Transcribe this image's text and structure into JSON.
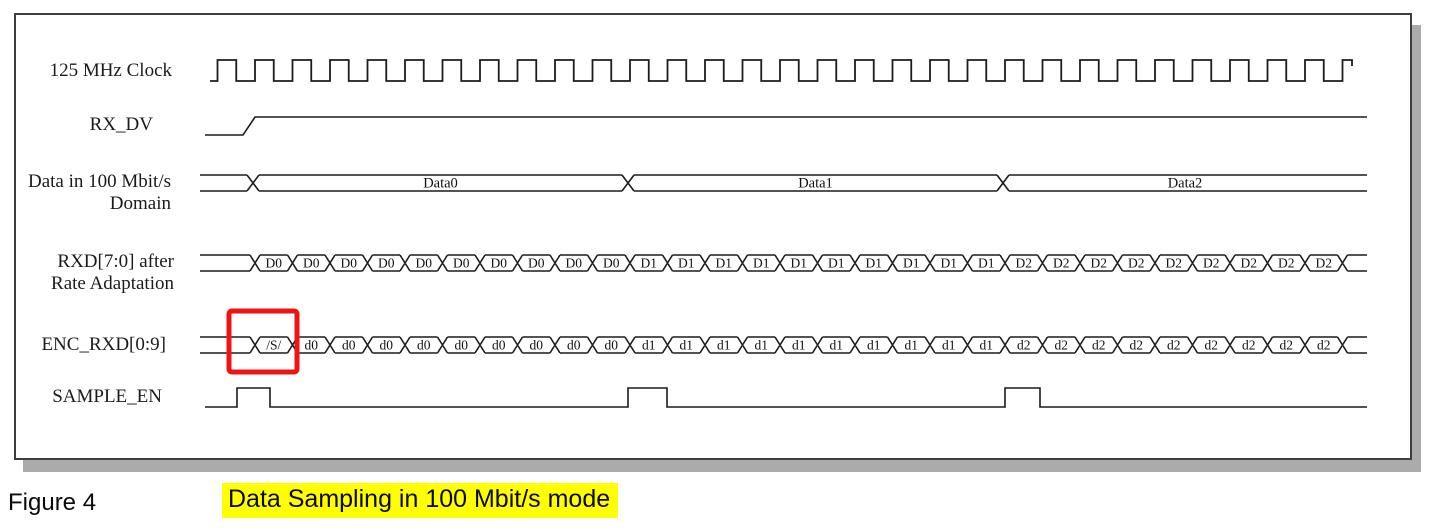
{
  "figure": {
    "label": "Figure 4",
    "title": "Data Sampling in 100 Mbit/s mode",
    "title_highlight_color": "#ffff00"
  },
  "signals": [
    {
      "id": "clock",
      "type": "clock",
      "label_lines": [
        "125 MHz Clock"
      ]
    },
    {
      "id": "rx_dv",
      "type": "level-rise",
      "label_lines": [
        "RX_DV"
      ]
    },
    {
      "id": "data_domain",
      "type": "bus-segments",
      "label_lines": [
        "Data in 100 Mbit/s",
        "Domain"
      ],
      "segments": [
        "Data0",
        "Data1",
        "Data2"
      ]
    },
    {
      "id": "rxd",
      "type": "bus-cells",
      "label_lines": [
        "RXD[7:0] after",
        "Rate Adaptation"
      ],
      "cells": [
        "D0",
        "D0",
        "D0",
        "D0",
        "D0",
        "D0",
        "D0",
        "D0",
        "D0",
        "D0",
        "D1",
        "D1",
        "D1",
        "D1",
        "D1",
        "D1",
        "D1",
        "D1",
        "D1",
        "D1",
        "D2",
        "D2",
        "D2",
        "D2",
        "D2",
        "D2",
        "D2",
        "D2",
        "D2"
      ]
    },
    {
      "id": "enc_rxd",
      "type": "bus-cells",
      "label_lines": [
        "ENC_RXD[0:9]"
      ],
      "cells": [
        "/S/",
        "d0",
        "d0",
        "d0",
        "d0",
        "d0",
        "d0",
        "d0",
        "d0",
        "d0",
        "d1",
        "d1",
        "d1",
        "d1",
        "d1",
        "d1",
        "d1",
        "d1",
        "d1",
        "d1",
        "d2",
        "d2",
        "d2",
        "d2",
        "d2",
        "d2",
        "d2",
        "d2",
        "d2"
      ]
    },
    {
      "id": "sample_en",
      "type": "pulse-train",
      "label_lines": [
        "SAMPLE_EN"
      ],
      "pulse_count": 3
    }
  ],
  "annotation": {
    "shape": "rectangle",
    "color": "#f01313",
    "highlights_cell": "/S/"
  },
  "colors": {
    "line": "#1c1c1c",
    "frame_border": "#3d3d3d",
    "frame_shadow": "#ababab",
    "annotation_red": "#f01313",
    "caption_highlight": "#ffff00"
  }
}
